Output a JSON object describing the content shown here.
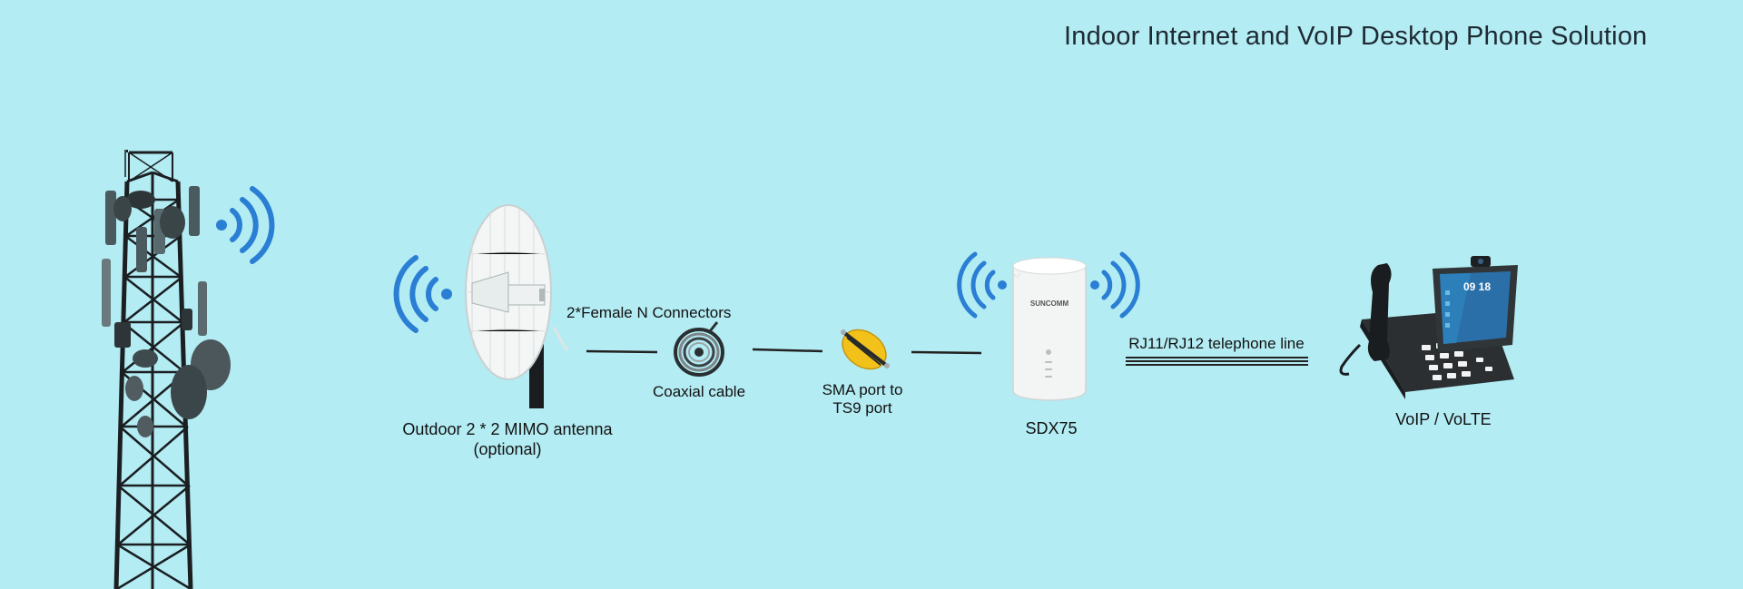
{
  "title": "Indoor Internet and VoIP Desktop Phone Solution",
  "labels": {
    "antenna_line1": "Outdoor 2 * 2 MIMO antenna",
    "antenna_line2": "(optional)",
    "connectors": "2*Female N Connectors",
    "coaxial": "Coaxial cable",
    "sma_line1": "SMA port to",
    "sma_line2": "TS9 port",
    "router": "SDX75",
    "router_brand": "SUNCOMM",
    "phone_line": "RJ11/RJ12 telephone line",
    "phone": "VoIP / VoLTE",
    "phone_time": "09 18"
  },
  "colors": {
    "background": "#b3ecf3",
    "signal_waves": "#2a7fd4",
    "cable": "#222222",
    "adapter": "#f2c21b"
  },
  "icons": [
    "cell-tower-icon",
    "dish-antenna-icon",
    "coaxial-cable-icon",
    "sma-adapter-icon",
    "router-icon",
    "desk-phone-icon",
    "signal-waves-icon"
  ]
}
